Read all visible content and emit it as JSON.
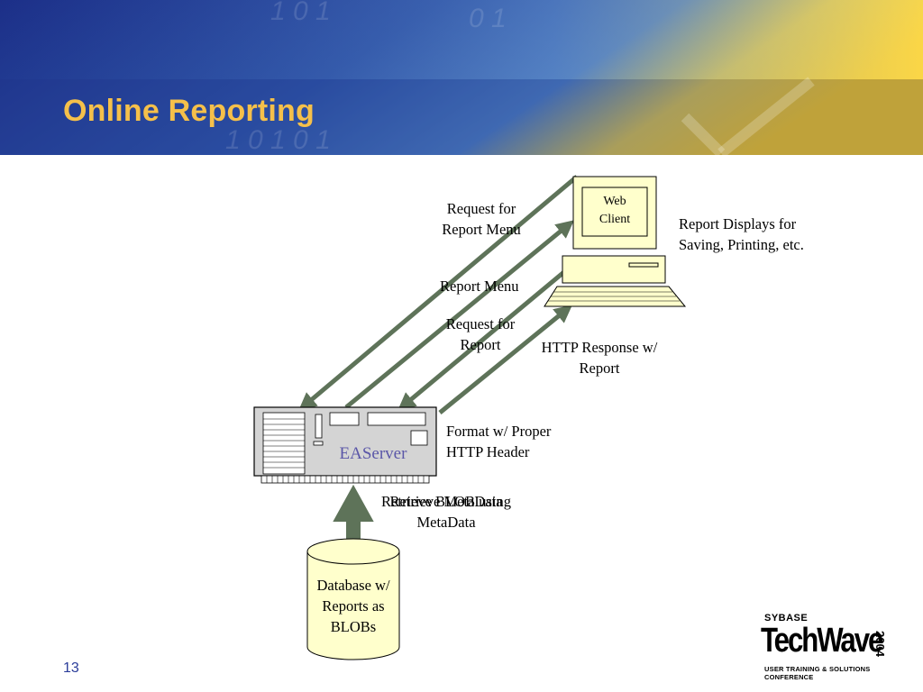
{
  "slide": {
    "title": "Online Reporting",
    "number": "13"
  },
  "diagram": {
    "web_client_label": "Web Client",
    "server_label": "EAServer",
    "database_label": "Database w/ Reports as BLOBs",
    "labels": {
      "request_for_report_menu": "Request for Report Menu",
      "report_menu": "Report Menu",
      "request_for_report": "Request for Report",
      "http_response": "HTTP Response w/ Report",
      "report_displays": "Report Displays for Saving, Printing, etc.",
      "format_header": "Format w/ Proper HTTP Header",
      "retrieve_metadata": "Retrieve MetaData",
      "retrieve_blob": "Retrieve BLOB using MetaData"
    },
    "colors": {
      "arrow": "#5e7359",
      "device_fill": "#ffffcc",
      "server_fill": "#d4d4d4",
      "server_text": "#5b57a8"
    }
  },
  "logo": {
    "brand": "SYBASE",
    "name": "TechWave",
    "year": "2004",
    "tagline": "USER TRAINING & SOLUTIONS CONFERENCE"
  }
}
